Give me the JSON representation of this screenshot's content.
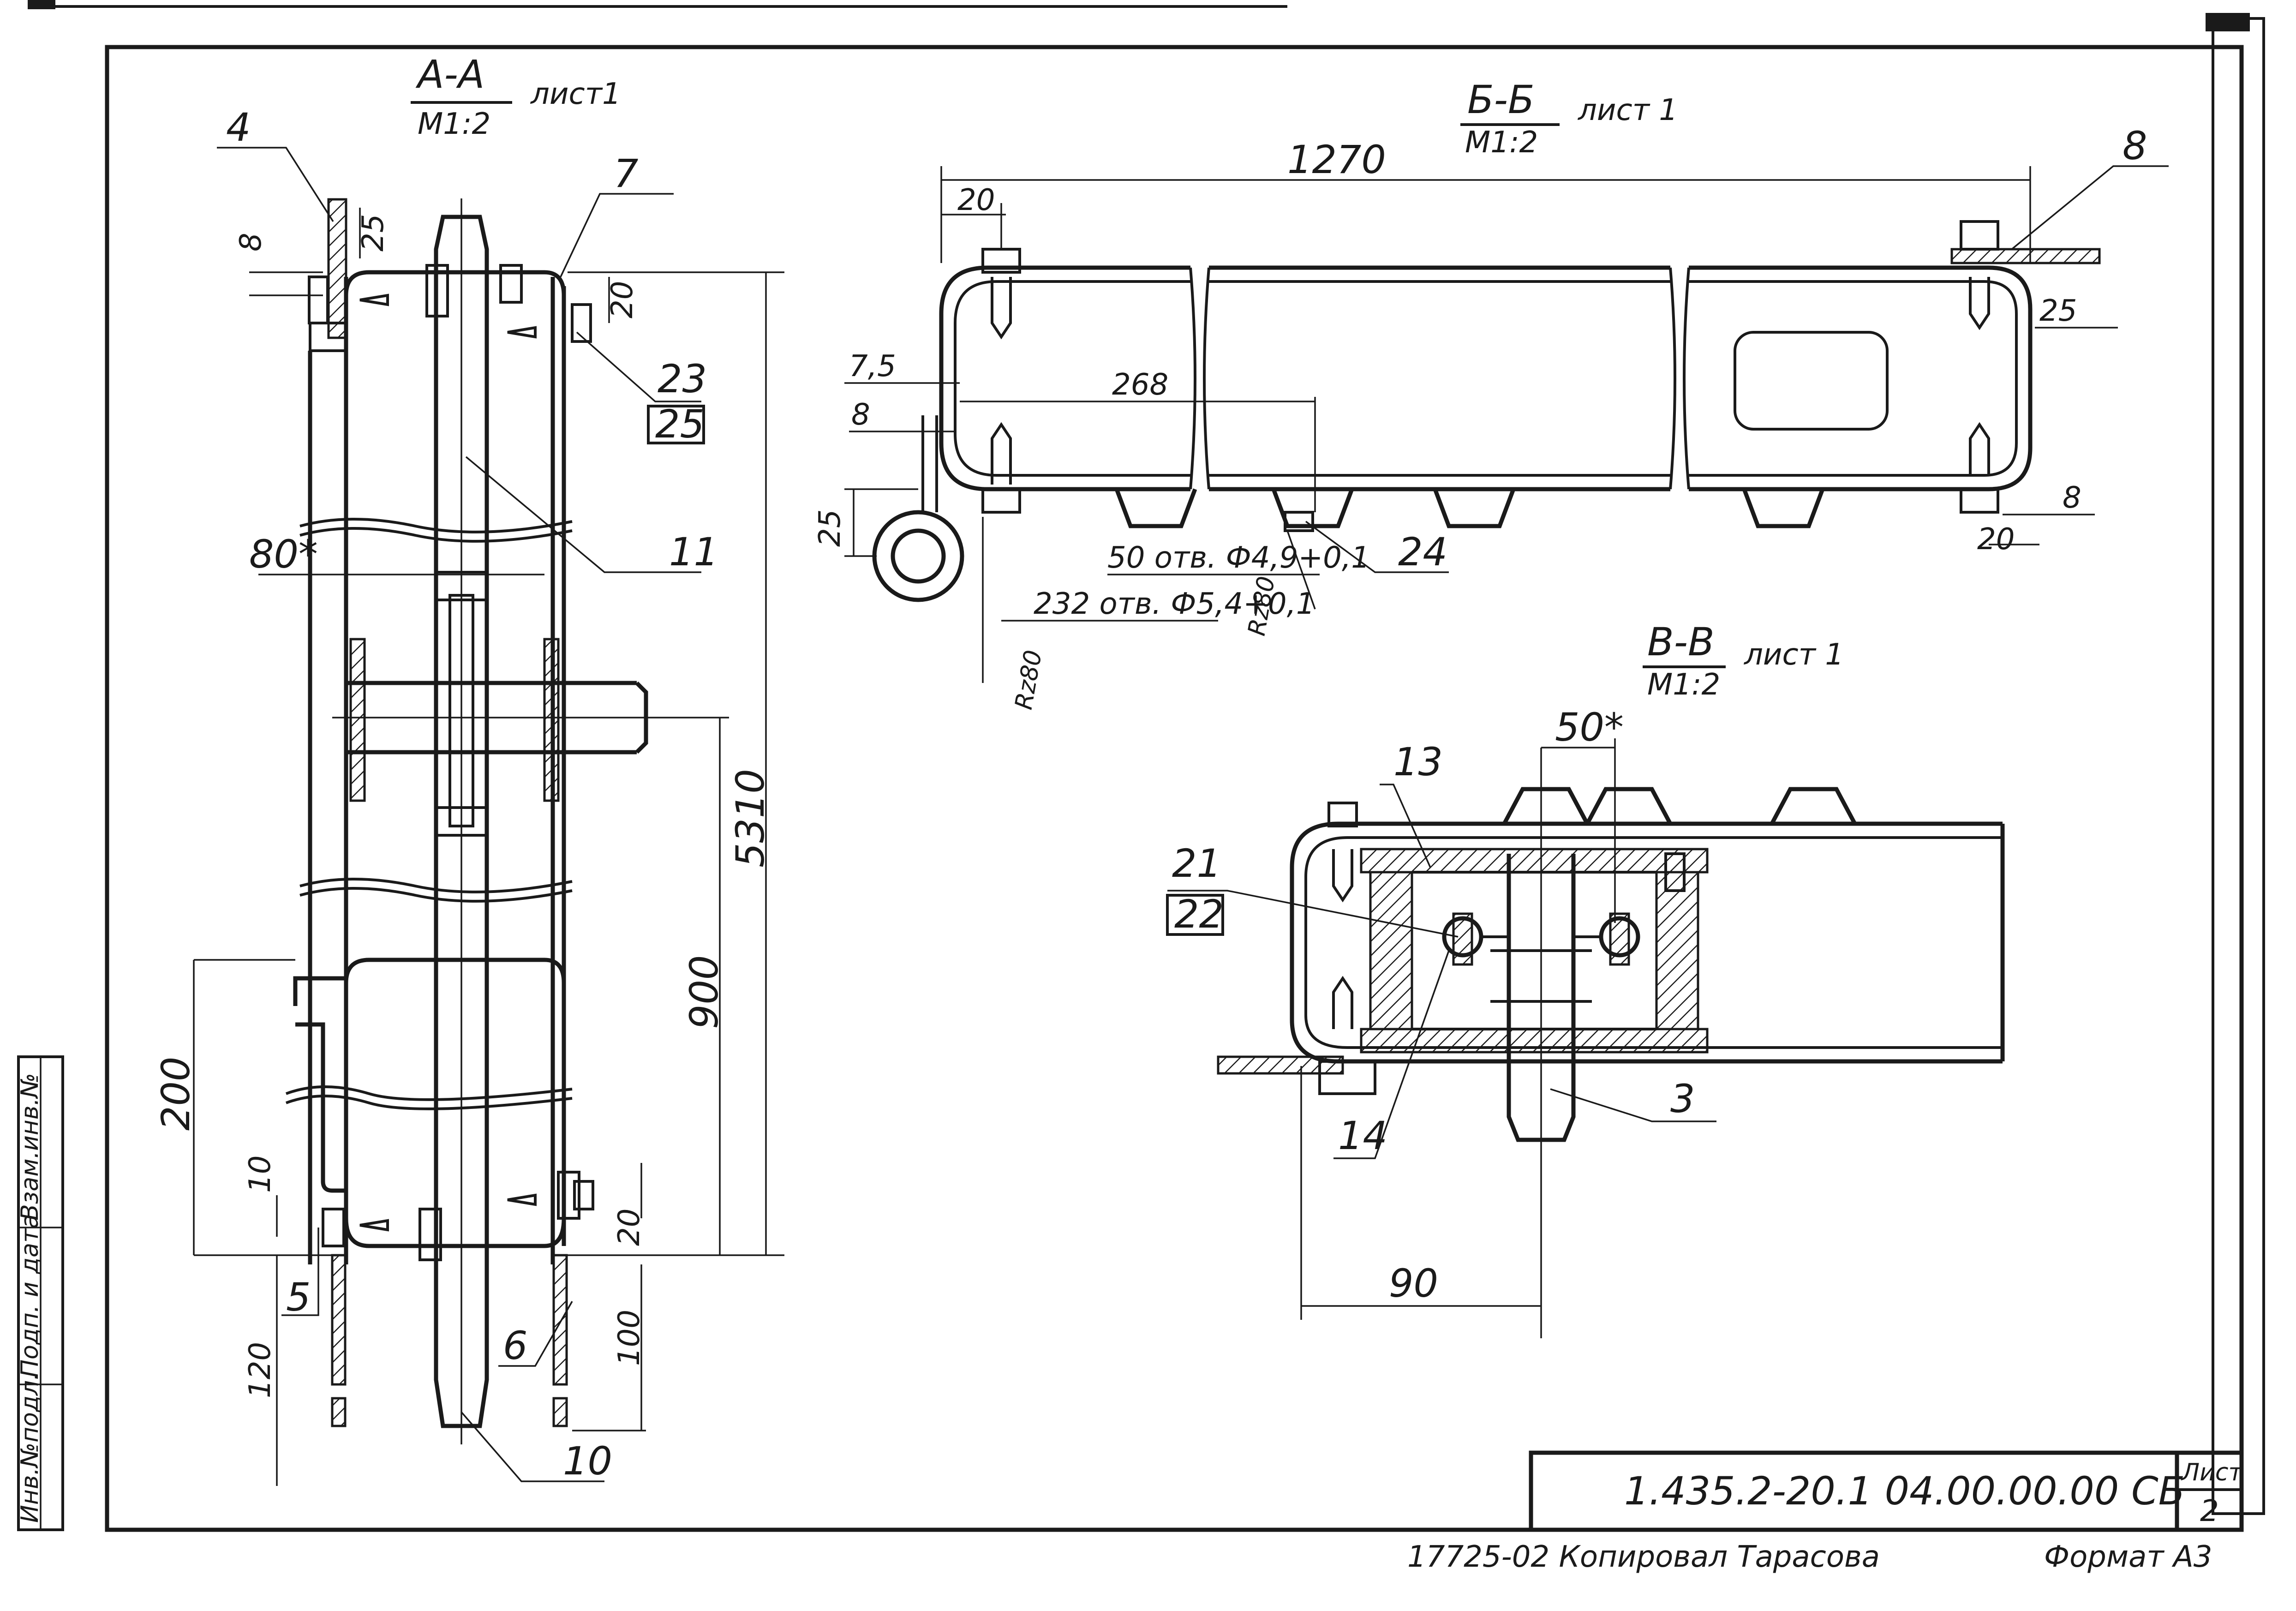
{
  "drawing": {
    "designation": "1.435.2-20.1 04.00.00.00 СБ",
    "sheet_label": "Лист",
    "sheet_number": "2",
    "format": "Формат А3",
    "bottom_signature": "17725-02  Копировал  Тарасова",
    "side_stamp": [
      "Инв.№подл.",
      "Подп. и дата",
      "Взам.инв.№"
    ]
  },
  "views": {
    "aa": {
      "title": "А-А",
      "scale": "М1:2",
      "sheet_ref": "лист1"
    },
    "bb": {
      "title": "Б-Б",
      "scale": "М1:2",
      "sheet_ref": "лист 1"
    },
    "vv": {
      "title": "В-В",
      "scale": "М1:2",
      "sheet_ref": "лист 1"
    }
  },
  "dimensions": {
    "aa": [
      "8",
      "25",
      "20",
      "80*",
      "5310",
      "900",
      "200",
      "10",
      "20",
      "120",
      "100"
    ],
    "bb": [
      "1270",
      "20",
      "7,5",
      "8",
      "268",
      "25",
      "25",
      "8",
      "20",
      "50 отв. Ф4,9+0,1",
      "232 отв. Ф5,4+0,1",
      "Rz80",
      "Rz80"
    ],
    "vv": [
      "50*",
      "90"
    ]
  },
  "callouts": {
    "aa": [
      "4",
      "7",
      "23",
      "25",
      "11",
      "5",
      "6",
      "10"
    ],
    "bb": [
      "8",
      "24"
    ],
    "vv": [
      "13",
      "21",
      "22",
      "14",
      "3"
    ]
  }
}
